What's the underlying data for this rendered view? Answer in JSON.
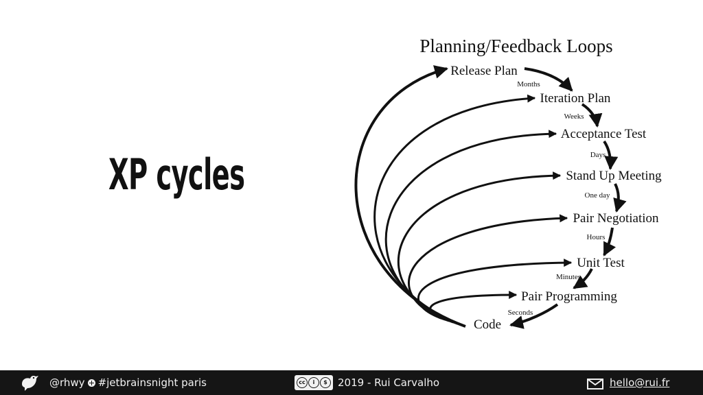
{
  "slide": {
    "title": "XP cycles"
  },
  "diagram": {
    "title": "Planning/Feedback Loops",
    "loops": [
      {
        "label": "Release Plan"
      },
      {
        "label": "Iteration Plan"
      },
      {
        "label": "Acceptance Test"
      },
      {
        "label": "Stand Up Meeting"
      },
      {
        "label": "Pair Negotiation"
      },
      {
        "label": "Unit Test"
      },
      {
        "label": "Pair Programming"
      },
      {
        "label": "Code"
      }
    ],
    "intervals": [
      "Months",
      "Weeks",
      "Days",
      "One day",
      "Hours",
      "Minutes",
      "Seconds"
    ]
  },
  "footer": {
    "handle": "@rhwy",
    "hashtag": "#jetbrainsnight paris",
    "license": "2019 - Rui Carvalho",
    "email": "hello@rui.fr",
    "icons": [
      "bird-icon",
      "plus-circle-icon",
      "creative-commons-icon",
      "envelope-icon"
    ]
  }
}
